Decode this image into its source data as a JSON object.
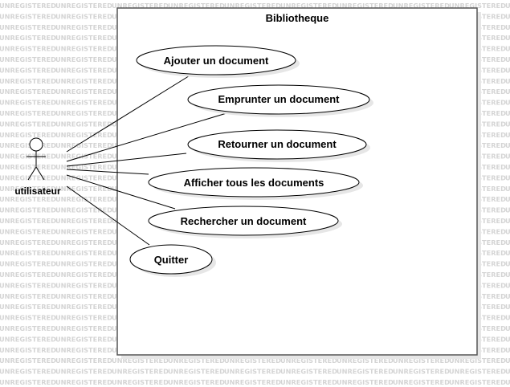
{
  "watermark": "UNREGISTERED",
  "system": {
    "title": "Bibliotheque"
  },
  "actor": {
    "name": "utilisateur"
  },
  "use_cases": [
    {
      "label": "Ajouter un document"
    },
    {
      "label": "Emprunter un document"
    },
    {
      "label": "Retourner un document"
    },
    {
      "label": "Afficher tous les documents"
    },
    {
      "label": "Rechercher un document"
    },
    {
      "label": "Quitter"
    }
  ],
  "colors": {
    "background": "#ffffff",
    "watermark": "#d4d4d4",
    "stroke": "#000000",
    "shadow": "#e6e6e6",
    "system_border": "#555555"
  }
}
